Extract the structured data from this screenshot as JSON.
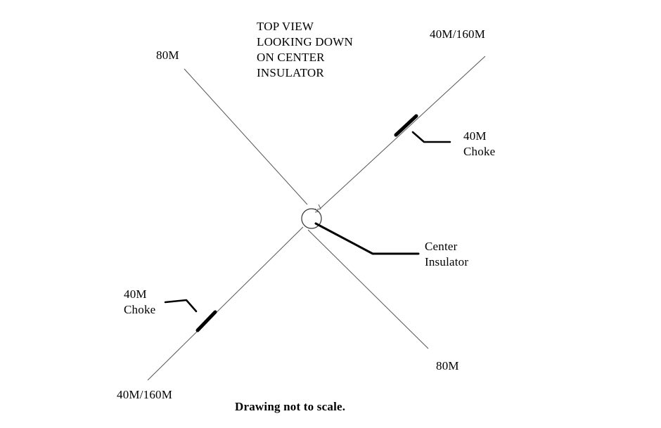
{
  "title_lines": [
    "TOP VIEW",
    "LOOKING DOWN",
    "ON CENTER",
    "INSULATOR"
  ],
  "labels": {
    "top_left_wire": "80M",
    "top_right_wire": "40M/160M",
    "bottom_right_wire": "80M",
    "bottom_left_wire": "40M/160M"
  },
  "choke_upper": {
    "line1": "40M",
    "line2": "Choke"
  },
  "choke_lower": {
    "line1": "40M",
    "line2": "Choke"
  },
  "center_insulator": {
    "line1": "Center",
    "line2": "Insulator"
  },
  "footnote": "Drawing not to scale.",
  "colors": {
    "ink": "#000000",
    "wire": "#555555",
    "background": "#ffffff"
  }
}
